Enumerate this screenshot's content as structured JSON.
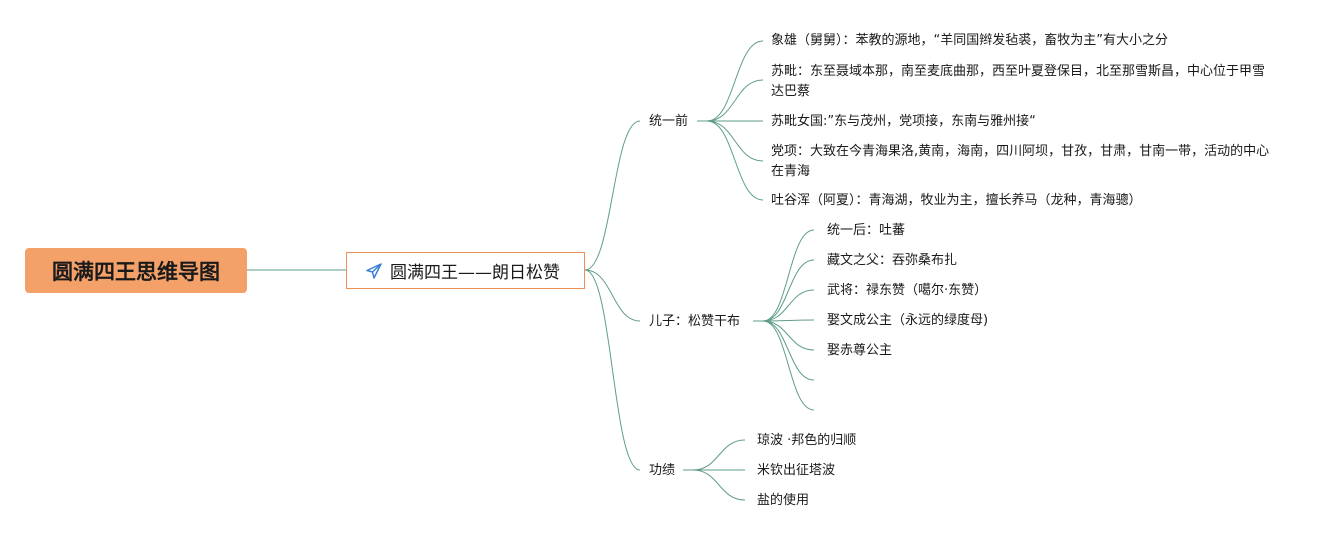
{
  "root": {
    "label": "圆满四王思维导图"
  },
  "main": {
    "label": "圆满四王——朗日松赞",
    "icon": "paper-plane-icon"
  },
  "branches": [
    {
      "label": "统一前",
      "children": [
        "象雄（舅舅）：苯教的源地，“羊同国辫发毡裘，畜牧为主”有大小之分",
        "苏毗：东至聂域本那，南至麦底曲那，西至叶夏登保目，北至那雪斯昌，中心位于甲雪达巴蔡",
        "苏毗女国:”东与茂州，党项接，东南与雅州接“",
        "党项：大致在今青海果洛,黄南，海南，四川阿坝，甘孜，甘肃，甘南一带，活动的中心在青海",
        "吐谷浑（阿夏）：青海湖，牧业为主，擅长养马（龙种，青海骢）"
      ]
    },
    {
      "label": "儿子：松赞干布",
      "children": [
        "统一后：吐蕃",
        "藏文之父：吞弥桑布扎",
        "武将：禄东赞（噶尔·东赞）",
        "娶文成公主（永远的绿度母)",
        "娶赤尊公主",
        "",
        ""
      ]
    },
    {
      "label": "功绩",
      "children": [
        "琼波 ·邦色的归顺",
        "米钦出征塔波",
        "盐的使用"
      ]
    }
  ],
  "colors": {
    "root_fill": "#f4a069",
    "main_border": "#ef8f55",
    "link": "#5f9e86"
  }
}
